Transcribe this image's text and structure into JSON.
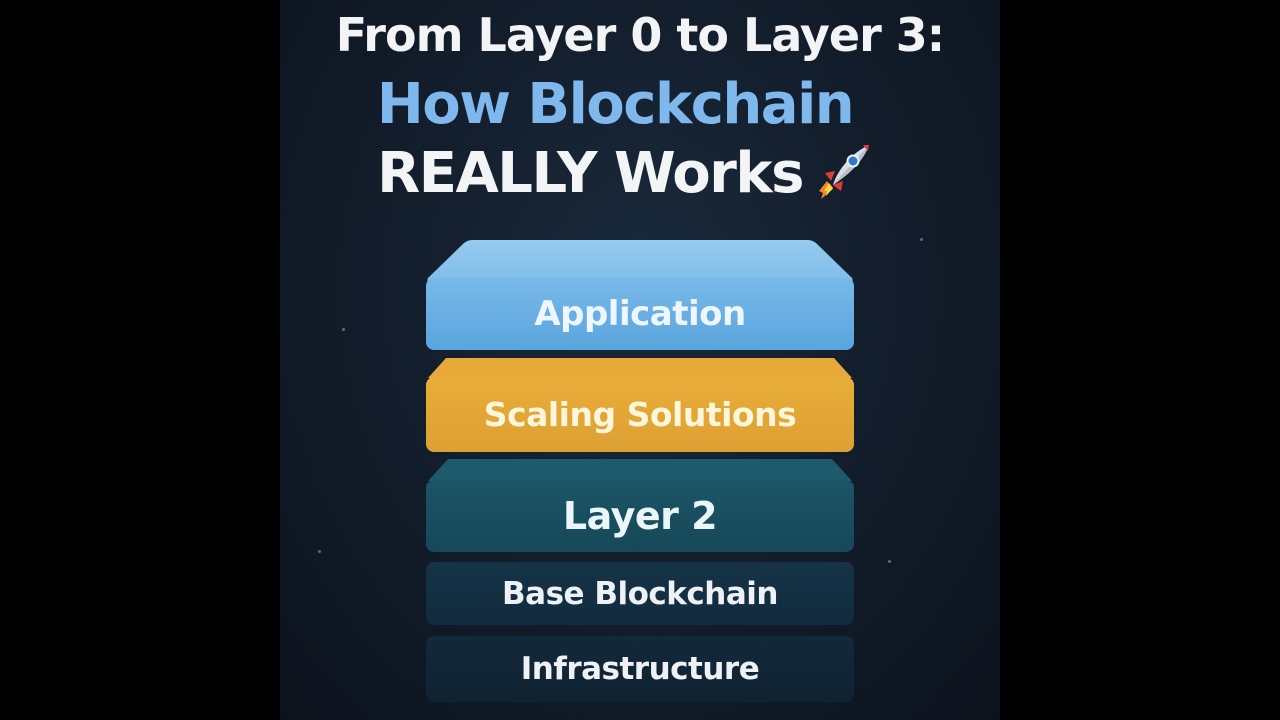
{
  "title": {
    "line1": "From Layer 0 to Layer 3:",
    "line2": "How Blockchain",
    "line3": "REALLY Works"
  },
  "layers": [
    {
      "label": "Application",
      "color": "#6caee3"
    },
    {
      "label": "Scaling Solutions",
      "color": "#e3a636"
    },
    {
      "label": "Layer 2",
      "color": "#184e5f"
    },
    {
      "label": "Base Blockchain",
      "color": "#142f43"
    },
    {
      "label": "Infrastructure",
      "color": "#112536"
    }
  ],
  "icons": {
    "title_icon": "rocket-icon"
  },
  "colors": {
    "background": "#121c2a",
    "title_text": "#f3f4f6",
    "title_accent": "#7fb8ec"
  }
}
